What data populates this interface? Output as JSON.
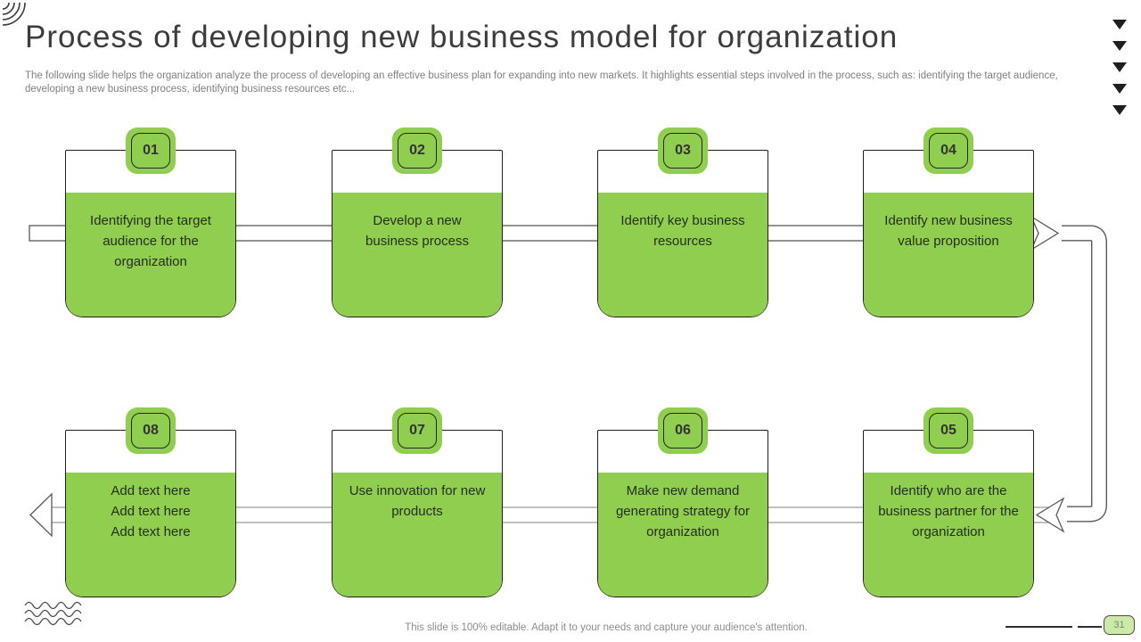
{
  "slide": {
    "title": "Process of developing new business model for organization",
    "subtitle": "The following slide helps the organization analyze the process of developing an effective business plan for expanding into new markets. It highlights essential steps involved in the process, such as: identifying the target audience, developing a new business process, identifying business resources etc...",
    "footer_note": "This slide is 100% editable. Adapt it to your needs and capture your audience's attention.",
    "page_number": "31"
  },
  "steps_row1": [
    {
      "number": "01",
      "text": "Identifying the target audience for the organization"
    },
    {
      "number": "02",
      "text": "Develop a new business process"
    },
    {
      "number": "03",
      "text": "Identify key business resources"
    },
    {
      "number": "04",
      "text": "Identify new business value proposition"
    }
  ],
  "steps_row2": [
    {
      "number": "08",
      "text": "Add text here\nAdd text here\nAdd text here"
    },
    {
      "number": "07",
      "text": "Use innovation for new products"
    },
    {
      "number": "06",
      "text": "Make new demand generating strategy for organization"
    },
    {
      "number": "05",
      "text": "Identify who are the business partner for the organization"
    }
  ],
  "colors": {
    "accent_green": "#90CE50",
    "page_badge_fill": "#CDE9A8",
    "connector_dark": "#595959",
    "connector_light": "#9E9E9E",
    "title_text": "#3C3C3C",
    "muted_text": "#7F7F7F"
  }
}
